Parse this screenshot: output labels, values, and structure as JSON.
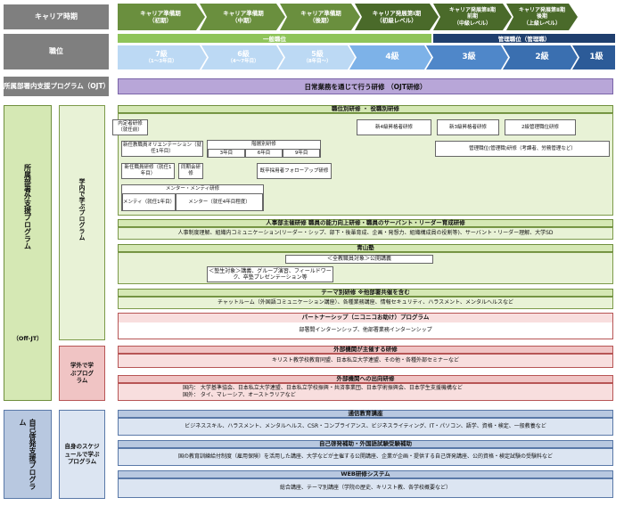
{
  "header": {
    "career_label": "キャリア時期",
    "grade_label": "職位",
    "program_label": "所属部署内支援プログラム（OJT）",
    "offjt_label": "所属部署外支援プログラム",
    "offjt_sub": "（Off-JT）",
    "self_label": "自己啓発支援プログラム"
  },
  "career": [
    {
      "main": "キャリア準備期",
      "sub": "（初期）"
    },
    {
      "main": "キャリア準備期",
      "sub": "（中期）"
    },
    {
      "main": "キャリア準備期",
      "sub": "（後期）"
    },
    {
      "main": "キャリア発展第Ⅰ期",
      "sub": "（初級レベル）"
    },
    {
      "main": "キャリア発展第Ⅱ期",
      "sub": "前期",
      "sub2": "（中級レベル）"
    },
    {
      "main": "キャリア発展第Ⅱ期",
      "sub": "後期",
      "sub2": "（上級レベル）"
    }
  ],
  "positions": {
    "general": "一般職位",
    "manager": "管理職位（管理職）"
  },
  "grades": [
    {
      "label": "7級",
      "sub": "（1～3年目）"
    },
    {
      "label": "6級",
      "sub": "（4～7年目）"
    },
    {
      "label": "5級",
      "sub": "（8年目～）"
    },
    {
      "label": "4級"
    },
    {
      "label": "3級"
    },
    {
      "label": "2級"
    },
    {
      "label": "1級"
    }
  ],
  "ojt": "日常業務を通じて行う研修 （OJT研修）",
  "inside_label": "学内で学ぶプログラム",
  "outside_label": "学外で学ぶプログラム",
  "self_schedule_label": "自身のスケジュールで学ぶプログラム",
  "rank": {
    "title": "職位別研修 ・ 役職別研修",
    "naitei": "内定者研修（就任前）",
    "new_orient": "新任教職員オリエンテーション（就任1年目）",
    "follow": "階層別研修",
    "follow_years": [
      "3年目",
      "6年目",
      "9年目"
    ],
    "new_rank": "新任職員研修（就任1年目）",
    "same_period": "同期会研修",
    "midcareer": "既卒採用者フォローアップ研修",
    "g4": "新4級昇格者研修",
    "g3": "新3級昇格者研修",
    "g2": "2級管理職位研修",
    "mgmt": "管理職位(管理職)研修（考課者、労務管理など）",
    "mentor_title": "メンター・メンティ研修",
    "mentee": "メンティ（就任1年目）",
    "mentor": "メンター（就任4年目程度）"
  },
  "hr": {
    "title": "人事部主催研修 職員の能力向上研修・職員のサーバント・リーダー育成研修",
    "body": "人事制度理解、組織内コミュニケーション(リーダー・シップ、部下・後輩育成、企画・発想力、組織構成員の役割等)、サーバント・リーダー理解、大学SD"
  },
  "aoyama": {
    "title": "青山塾",
    "all": "＜全教職員対象＞公開講義",
    "selected": "＜塾生対象＞講義、グループ演習、フィールドワーク、卒塾プレゼンテーション等"
  },
  "theme": {
    "title": "テーマ別研修 ※他部署共催を含む",
    "body": "チャットルーム（外国語コミュニケーション講座）、各種業務講座、情報セキュリティ、ハラスメント、メンタルヘルスなど"
  },
  "partner": {
    "title": "パートナーシップ（ニコニコお助け）プログラム",
    "body": "部署間インターンシップ、他部署業務インターンシップ"
  },
  "external": {
    "title": "外部機関が主催する研修",
    "body": "キリスト教学校教育同盟、日本私立大学連盟、その他・各種外部セミナーなど"
  },
  "dispatch": {
    "title": "外部機関への出向研修",
    "domestic": "国内： 大学基準協会、日本私立大学連盟、日本私立学校振興・共済事業団、日本学術振興会、日本学生支援機構など",
    "overseas": "国外： タイ、マレーシア、オーストラリアなど"
  },
  "correspondence": {
    "title": "通信教育講座",
    "body": "ビジネススキル、ハラスメント、メンタルヘルス、CSR・コンプライアンス、ビジネスライティング、IT・パソコン、語学、資格・検定、一般教養など"
  },
  "selfdev": {
    "title": "自己啓発補助・外国語試験受験補助",
    "body": "国の教育訓練給付制度（雇用保険）を活用した講座、大学などが主催する公開講座、企業が企画・提供する自己啓発講座、公的資格・検定試験の受験料など"
  },
  "web": {
    "title": "WEB研修システム",
    "body": "総合講座、テーマ別講座（学院の歴史、キリスト教、各学校概要など）"
  },
  "colors": {
    "career_arrow": "#5f7f3a",
    "career_arrow_dark": "#3f5a24",
    "grade_light": "#9dc6f0",
    "grade_dark": "#2e5e9e"
  }
}
